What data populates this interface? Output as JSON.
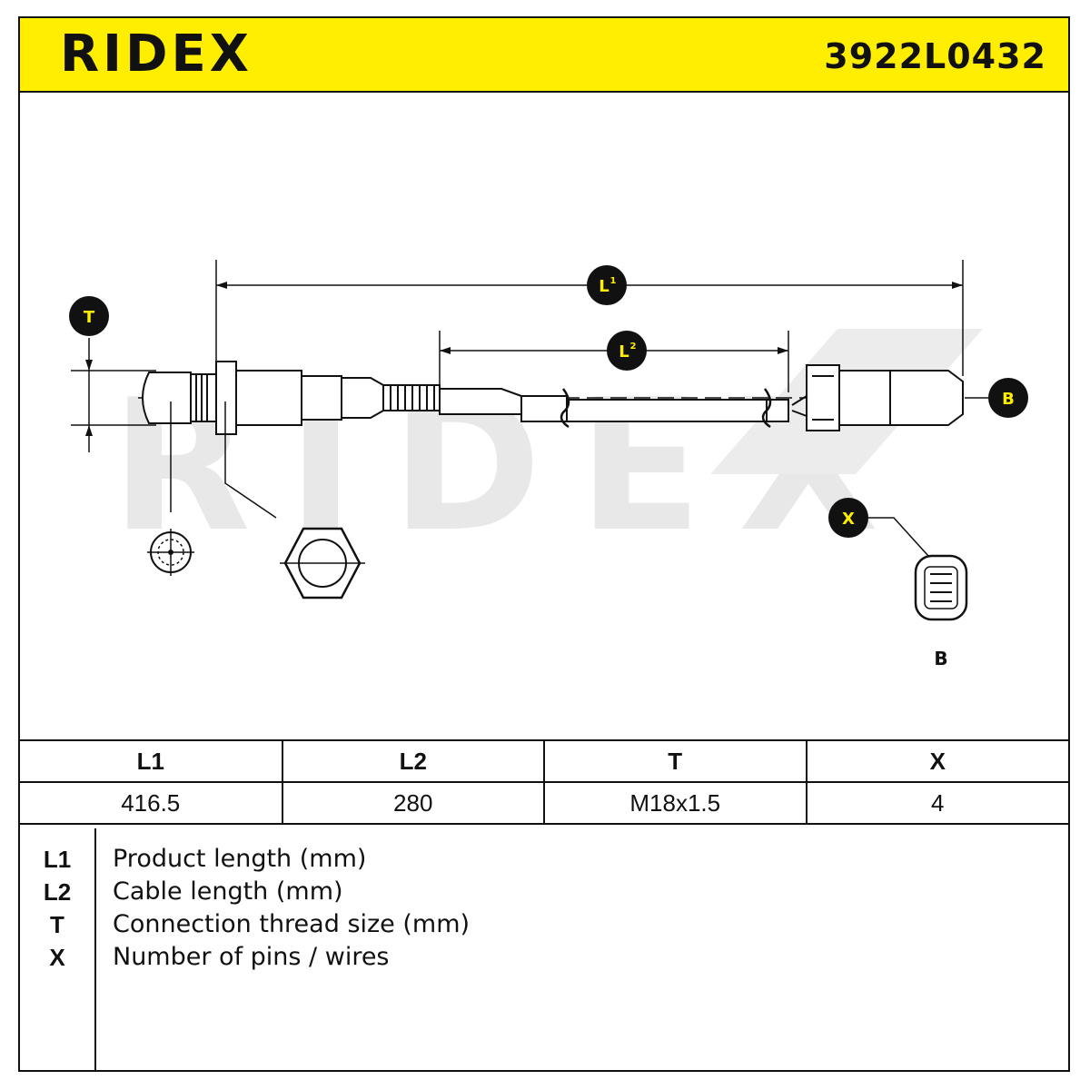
{
  "header": {
    "brand": "RIDEX",
    "part_number": "3922L0432"
  },
  "drawing": {
    "callouts": {
      "t": "T",
      "l1": "L",
      "l1_sup": "1",
      "l2": "L",
      "l2_sup": "2",
      "b": "B",
      "x": "X"
    },
    "connector_label": "B",
    "watermark": "RIDEX"
  },
  "specs": {
    "headers": [
      "L1",
      "L2",
      "T",
      "X"
    ],
    "values": [
      "416.5",
      "280",
      "M18x1.5",
      "4"
    ]
  },
  "legend": [
    {
      "key": "L1",
      "desc": "Product length (mm)"
    },
    {
      "key": "L2",
      "desc": "Cable length (mm)"
    },
    {
      "key": "T",
      "desc": "Connection thread size (mm)"
    },
    {
      "key": "X",
      "desc": "Number of pins / wires"
    }
  ],
  "colors": {
    "header_bg": "#ffee00",
    "watermark": "#e6e6e6",
    "line": "#111111"
  }
}
